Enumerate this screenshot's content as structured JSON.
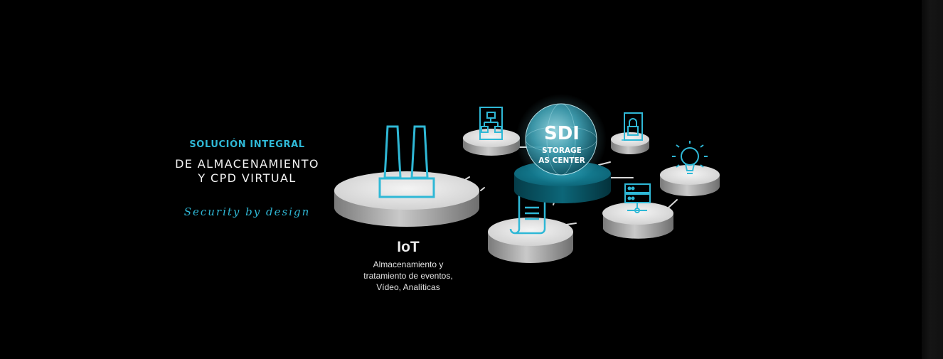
{
  "intro": {
    "subtitle": "SOLUCIÓN INTEGRAL",
    "headline_lines": [
      "DE ALMACENAMIENTO",
      "Y CPD VIRTUAL"
    ],
    "tagline": "Security by design"
  },
  "hub": {
    "title": "SDI",
    "line1": "STORAGE",
    "line2": "AS CENTER"
  },
  "iot": {
    "title": "IoT",
    "desc_lines": [
      "Almacenamiento y",
      "tratamiento de eventos,",
      "Vídeo, Analíticas"
    ]
  },
  "colors": {
    "background": "#000000",
    "accent": "#2fb8d6",
    "hub_teal": "#0e6f84",
    "platform": "#d8d8d8",
    "text": "#f2f2f2"
  },
  "nodes": [
    {
      "id": "iot-factory",
      "icon": "factory-icon"
    },
    {
      "id": "workflow",
      "icon": "flowchart-icon"
    },
    {
      "id": "security",
      "icon": "lock-icon"
    },
    {
      "id": "ideas",
      "icon": "lightbulb-icon"
    },
    {
      "id": "servers",
      "icon": "server-icon"
    },
    {
      "id": "documents",
      "icon": "document-icon"
    }
  ]
}
